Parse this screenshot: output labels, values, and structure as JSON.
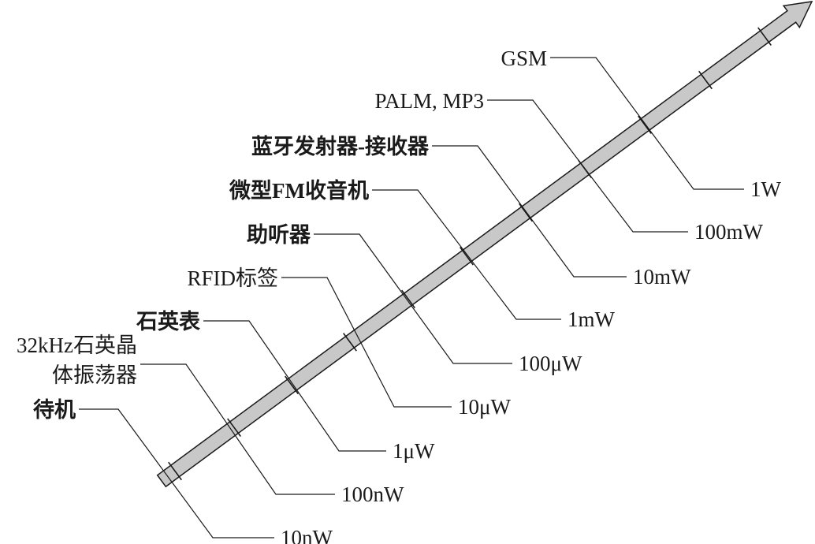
{
  "diagram": {
    "ticks": [
      {
        "device": [
          "待机"
        ],
        "power": "10nW"
      },
      {
        "device": [
          "32kHz石英晶",
          "体振荡器"
        ],
        "power": "100nW"
      },
      {
        "device": [
          "石英表"
        ],
        "power": "1μW"
      },
      {
        "device": [
          "RFID标签"
        ],
        "power": "10μW"
      },
      {
        "device": [
          "助听器"
        ],
        "power": "100μW"
      },
      {
        "device": [
          "微型FM收音机"
        ],
        "power": "1mW"
      },
      {
        "device": [
          "蓝牙发射器-接收器"
        ],
        "power": "10mW"
      },
      {
        "device": [
          "PALM, MP3"
        ],
        "power": "100mW"
      },
      {
        "device": [
          "GSM"
        ],
        "power": "1W"
      }
    ]
  },
  "colors": {
    "arrow_fill": "#c8c8c8",
    "ink": "#1a1a1a"
  }
}
